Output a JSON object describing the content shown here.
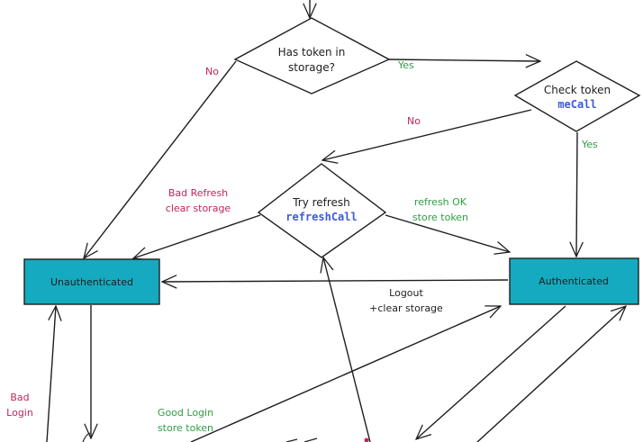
{
  "nodes": {
    "has_token": {
      "line1": "Has token in",
      "line2": "storage?"
    },
    "check_token": {
      "line1": "Check token",
      "line2": "meCall"
    },
    "try_refresh": {
      "line1": "Try refresh",
      "line2": "refreshCall"
    },
    "unauthenticated": {
      "label": "Unauthenticated"
    },
    "authenticated": {
      "label": "Authenticated"
    }
  },
  "edges": {
    "has_no": "No",
    "has_yes": "Yes",
    "check_no": "No",
    "check_yes": "Yes",
    "bad_refresh_1": "Bad Refresh",
    "bad_refresh_2": "clear storage",
    "refresh_ok_1": "refresh OK",
    "refresh_ok_2": "store token",
    "logout_1": "Logout",
    "logout_2": "+clear storage",
    "bad_login_1": "Bad",
    "bad_login_2": "Login",
    "good_login_1": "Good Login",
    "good_login_2": "store token"
  },
  "colors": {
    "stroke": "#1e1e1e",
    "box_fill": "#15aabf",
    "negative": "#c2255c",
    "positive": "#2f9e44",
    "code": "#3b5bdb"
  }
}
